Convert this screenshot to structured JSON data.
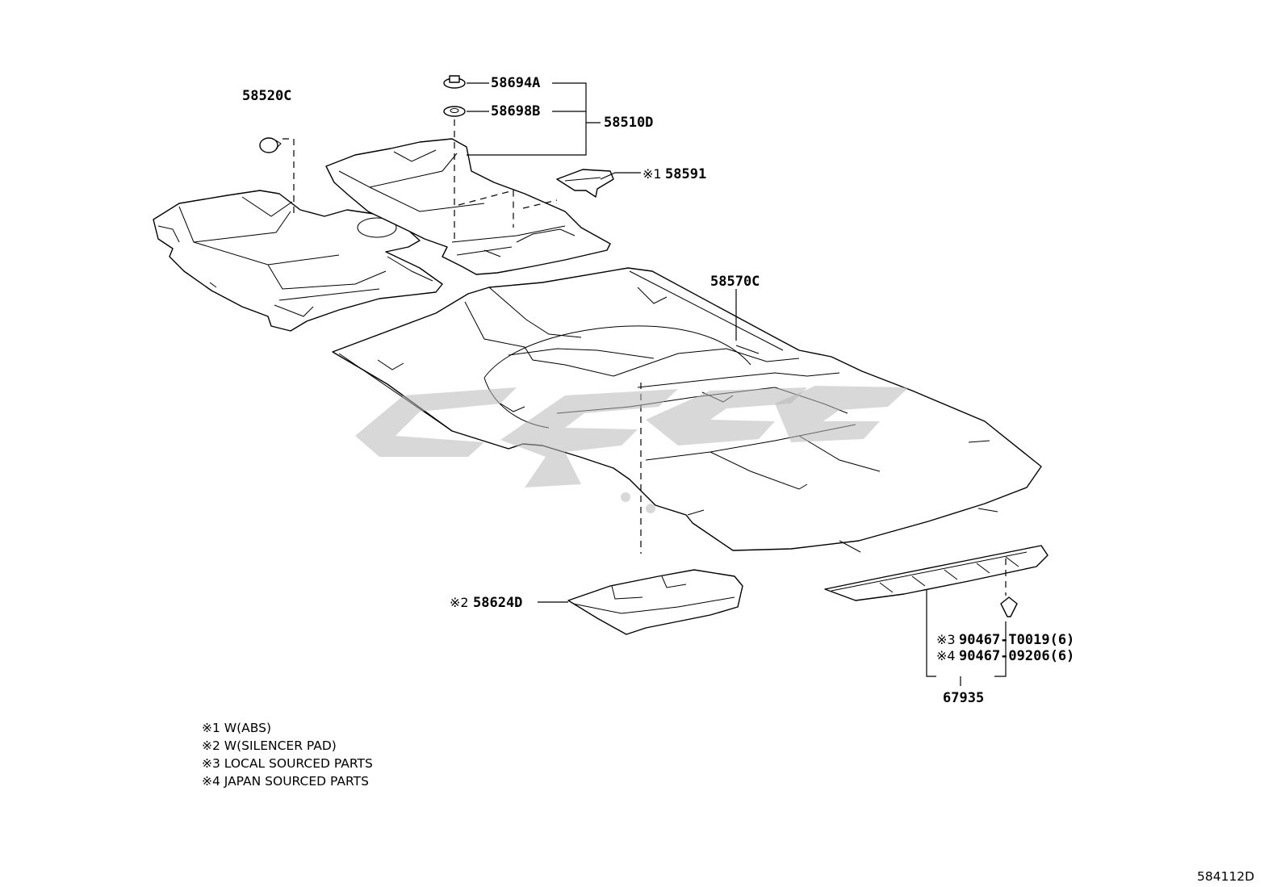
{
  "labels": {
    "p58520C": "58520C",
    "p58694A": "58694A",
    "p58698B": "58698B",
    "p58510D": "58510D",
    "p58591_mark": "※1",
    "p58591": "58591",
    "p58570C": "58570C",
    "p58624D_mark": "※2",
    "p58624D": "58624D",
    "p90467a_mark": "※3",
    "p90467a": "90467-T0019(6)",
    "p90467b_mark": "※4",
    "p90467b": "90467-09206(6)",
    "p67935": "67935"
  },
  "notes": [
    "※1 W(ABS)",
    "※2 W(SILENCER PAD)",
    "※3 LOCAL SOURCED PARTS",
    "※4 JAPAN SOURCED PARTS"
  ],
  "diagram_code": "584112D",
  "colors": {
    "line": "#000000",
    "watermark": "#b8b8b8",
    "background": "#ffffff"
  }
}
